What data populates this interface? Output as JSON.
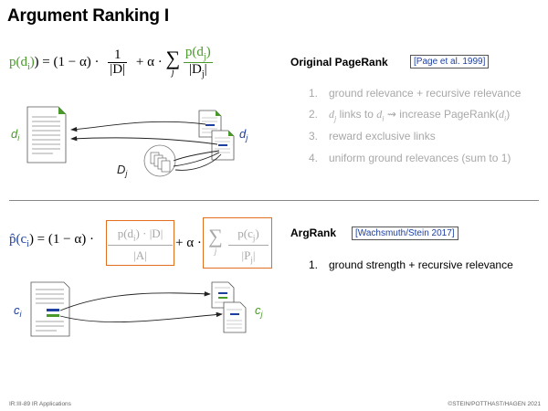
{
  "slide": {
    "title": "Argument Ranking I"
  },
  "pagerank": {
    "formula": {
      "lhs": "p(d",
      "lhs_sub": "i",
      "eq": ") = (1 − α) ·",
      "frac1_num": "1",
      "frac1_den": "|D|",
      "plus_alpha": "+ α ·",
      "sum_symbol": "∑",
      "sum_index": "j",
      "frac2_num_a": "p(d",
      "frac2_num_sub": "j",
      "frac2_num_b": ")",
      "frac2_den_a": "|D",
      "frac2_den_sub": "j",
      "frac2_den_b": "|"
    },
    "heading": "Original PageRank",
    "reference": "[Page et al. 1999]",
    "items": [
      {
        "number": "1.",
        "text": "ground relevance + recursive relevance"
      },
      {
        "number": "2.",
        "var_a": "d",
        "var_a_sub": "j",
        "text_a": "links to",
        "var_b": "d",
        "var_b_sub": "i",
        "arrow": "⇝",
        "text_b": "increase PageRank(",
        "var_c": "d",
        "var_c_sub": "i",
        "text_c": ")"
      },
      {
        "number": "3.",
        "text": "reward exclusive links"
      },
      {
        "number": "4.",
        "text": "uniform ground relevances (sum to 1)"
      }
    ],
    "diagram": {
      "label_di": "d",
      "label_di_sub": "i",
      "label_dj": "d",
      "label_dj_sub": "j",
      "label_Dj": "D",
      "label_Dj_sub": "j"
    }
  },
  "argrank": {
    "formula": {
      "lhs_a": "p̂(c",
      "lhs_sub": "i",
      "lhs_b": ") = (1 − α) ·",
      "box1_num": "p(d",
      "box1_num_sub": "i",
      "box1_num_b": ") · |D|",
      "box1_den": "|A|",
      "plus_alpha": "+ α ·",
      "sum_symbol": "∑",
      "sum_index": "j",
      "box2_num_a": "p(c",
      "box2_num_sub": "j",
      "box2_num_b": ")",
      "box2_den_a": "|P",
      "box2_den_sub": "j",
      "box2_den_b": "|"
    },
    "heading": "ArgRank",
    "reference": "[Wachsmuth/Stein 2017]",
    "items": [
      {
        "number": "1.",
        "text": "ground strength + recursive relevance"
      }
    ],
    "diagram": {
      "label_ci": "c",
      "label_ci_sub": "i",
      "label_cj": "c",
      "label_cj_sub": "j"
    }
  },
  "footer": {
    "left": "IR:III-89   IR Applications",
    "right": "©STEIN/POTTHAST/HAGEN 2021"
  },
  "colors": {
    "green": "#4a9a2b",
    "blue": "#1c3fa0",
    "orange": "#e07020",
    "grey_text": "#a8a8a8"
  }
}
